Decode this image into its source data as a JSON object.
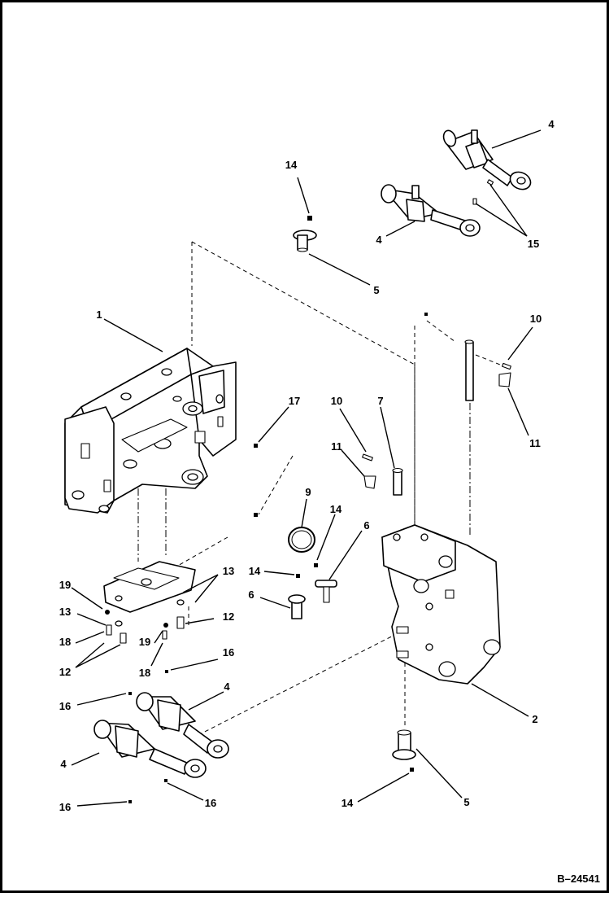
{
  "diagram": {
    "figure_id": "B–24541",
    "callouts": [
      {
        "id": "c-4-top",
        "label": "4"
      },
      {
        "id": "c-14-top",
        "label": "14"
      },
      {
        "id": "c-4-mid",
        "label": "4"
      },
      {
        "id": "c-15",
        "label": "15"
      },
      {
        "id": "c-5-top",
        "label": "5"
      },
      {
        "id": "c-1",
        "label": "1"
      },
      {
        "id": "c-10-right",
        "label": "10"
      },
      {
        "id": "c-11-right",
        "label": "11"
      },
      {
        "id": "c-17",
        "label": "17"
      },
      {
        "id": "c-10-mid",
        "label": "10"
      },
      {
        "id": "c-7",
        "label": "7"
      },
      {
        "id": "c-11-mid",
        "label": "11"
      },
      {
        "id": "c-9",
        "label": "9"
      },
      {
        "id": "c-14-a",
        "label": "14"
      },
      {
        "id": "c-6-right",
        "label": "6"
      },
      {
        "id": "c-14-b",
        "label": "14"
      },
      {
        "id": "c-6-left",
        "label": "6"
      },
      {
        "id": "c-13-right",
        "label": "13"
      },
      {
        "id": "c-19-left",
        "label": "19"
      },
      {
        "id": "c-13-left",
        "label": "13"
      },
      {
        "id": "c-12-right",
        "label": "12"
      },
      {
        "id": "c-18-left",
        "label": "18"
      },
      {
        "id": "c-19-mid",
        "label": "19"
      },
      {
        "id": "c-12-left",
        "label": "12"
      },
      {
        "id": "c-18-mid",
        "label": "18"
      },
      {
        "id": "c-16-a",
        "label": "16"
      },
      {
        "id": "c-16-b",
        "label": "16"
      },
      {
        "id": "c-4-low-right",
        "label": "4"
      },
      {
        "id": "c-2",
        "label": "2"
      },
      {
        "id": "c-4-low-left",
        "label": "4"
      },
      {
        "id": "c-16-c",
        "label": "16"
      },
      {
        "id": "c-16-d",
        "label": "16"
      },
      {
        "id": "c-14-bottom",
        "label": "14"
      },
      {
        "id": "c-5-bottom",
        "label": "5"
      }
    ]
  }
}
